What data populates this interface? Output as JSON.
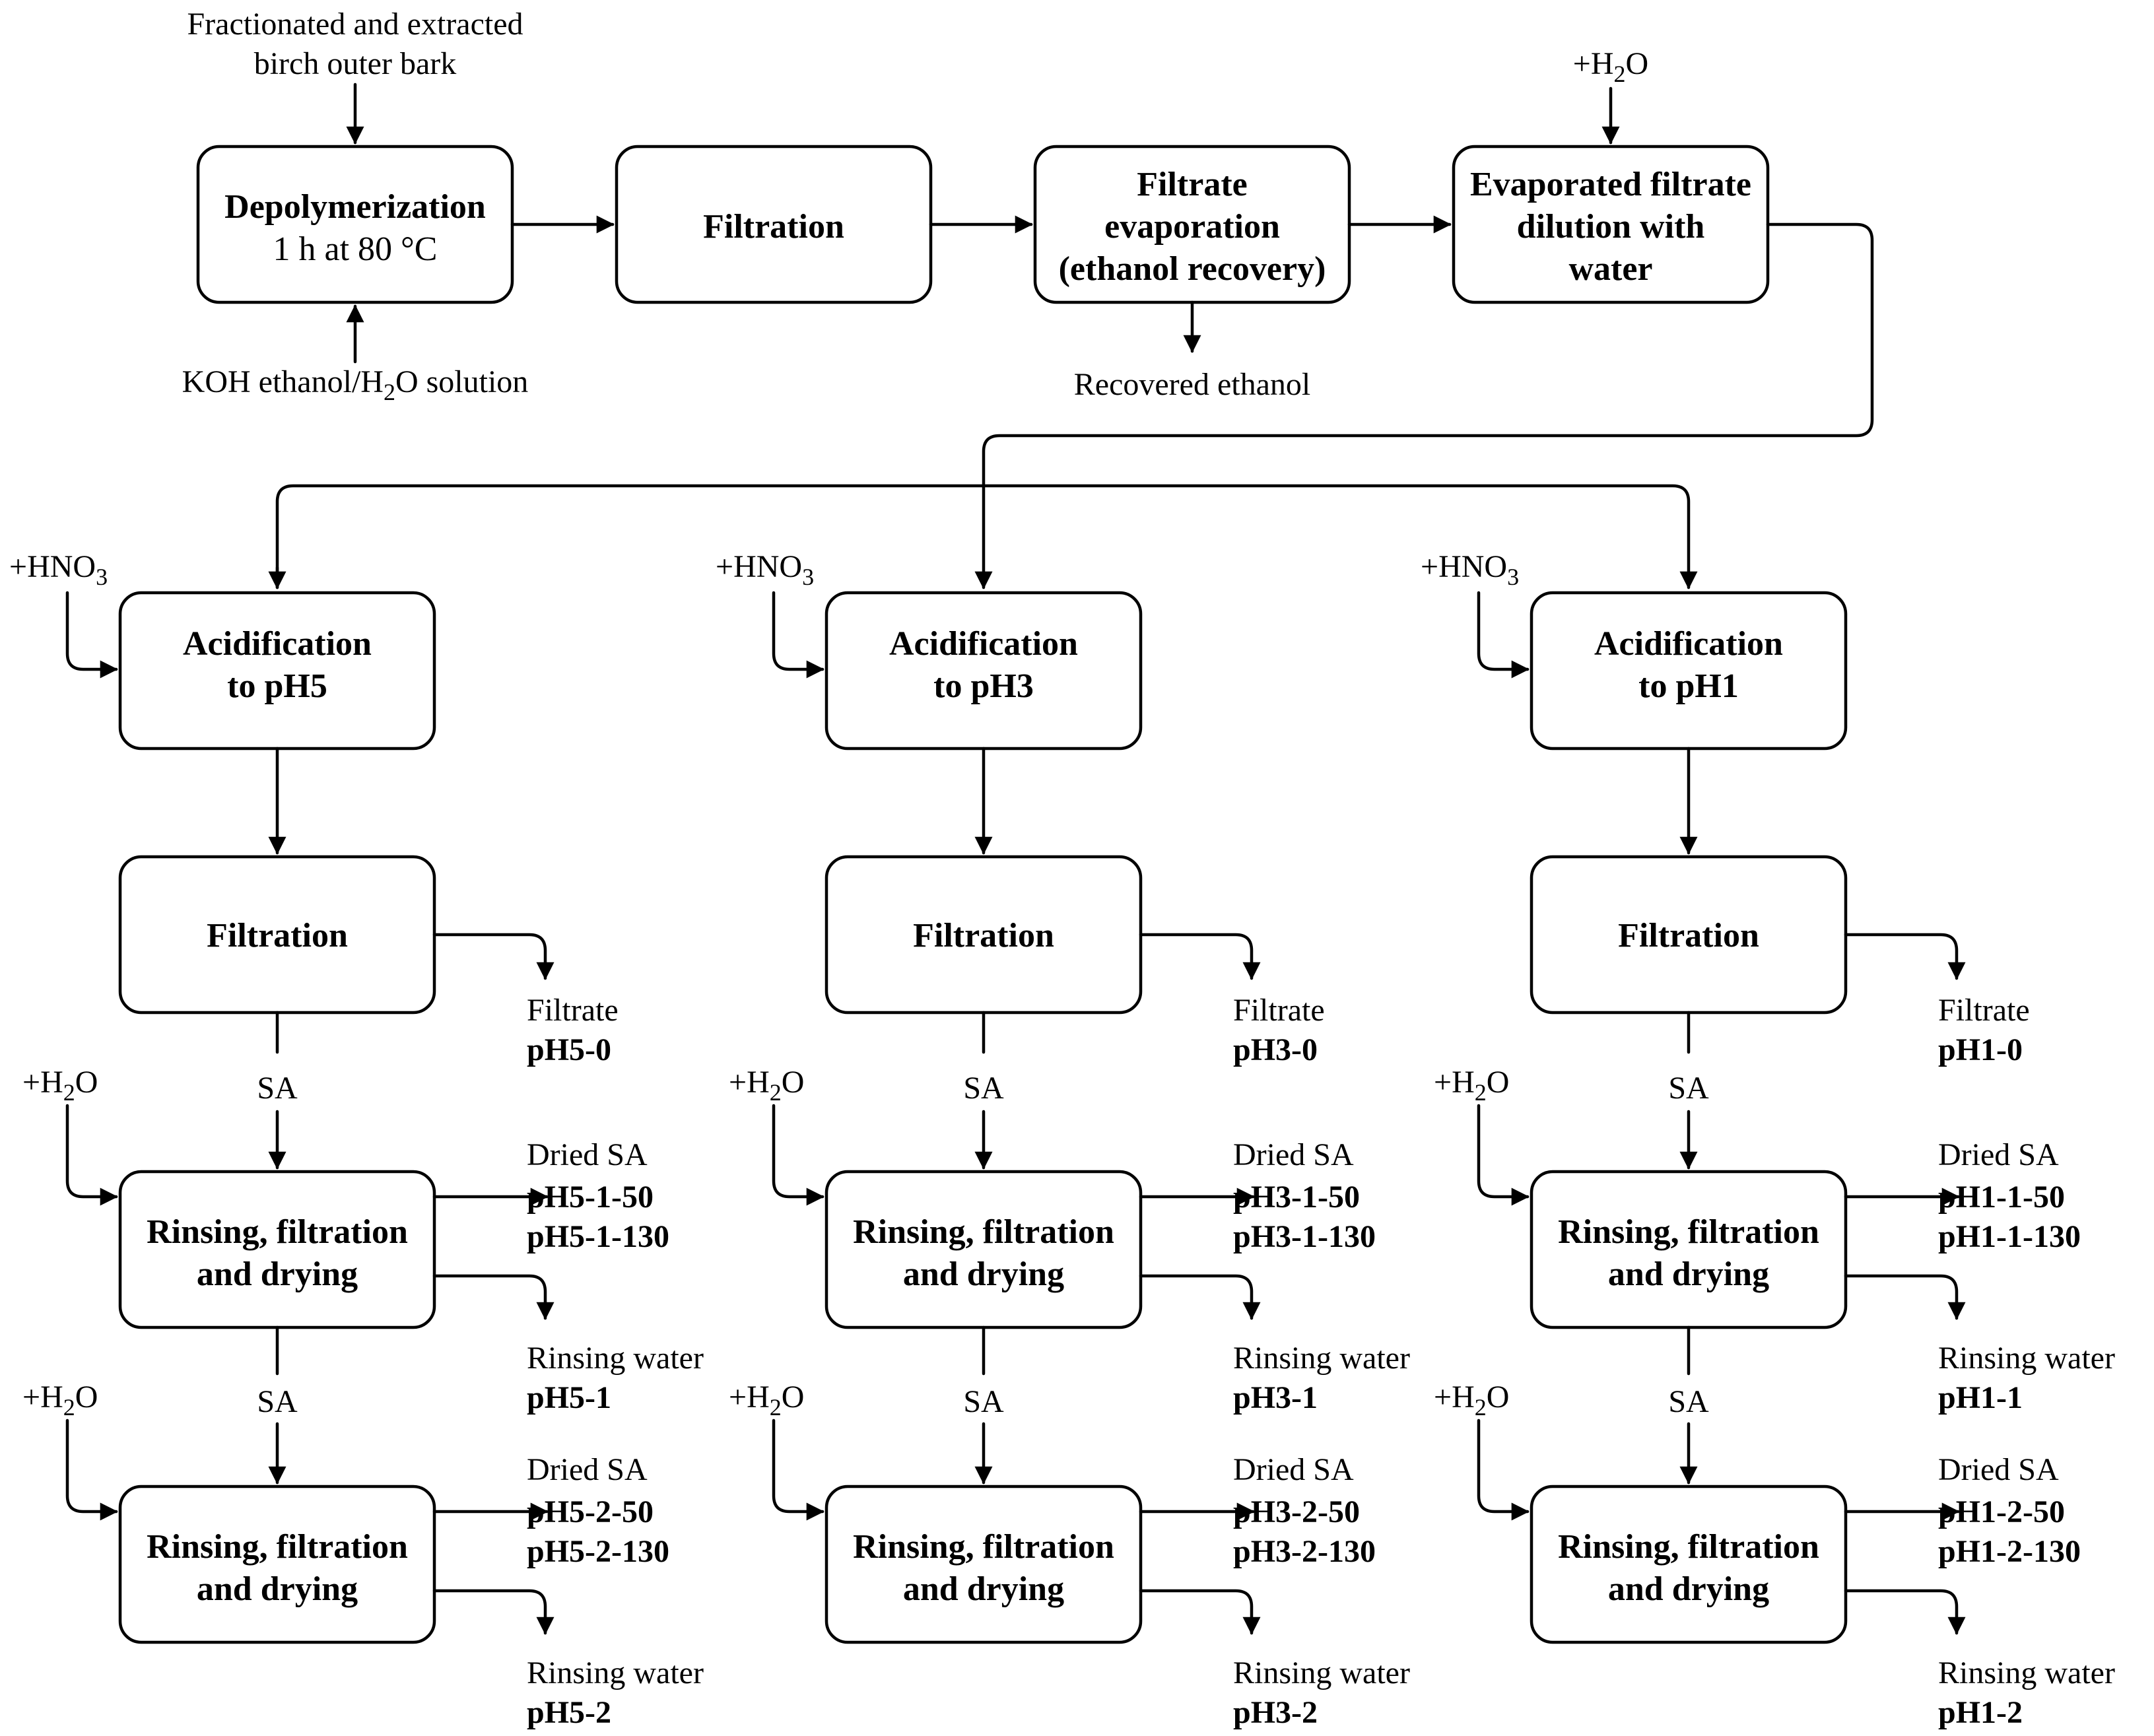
{
  "top": {
    "input_feed": {
      "line1": "Fractionated and extracted",
      "line2": "birch outer bark"
    },
    "input_koh": {
      "pre": "KOH ethanol/H",
      "sub": "2",
      "post": "O solution"
    },
    "depolymerization": {
      "title": "Depolymerization",
      "detail": "1 h at 80 °C"
    },
    "filtration": "Filtration",
    "evaporation": {
      "line1": "Filtrate",
      "line2": "evaporation",
      "line3": "(ethanol recovery)"
    },
    "recovered": "Recovered ethanol",
    "water_in": {
      "pre": "+H",
      "sub": "2",
      "post": "O"
    },
    "dilution": {
      "line1": "Evaporated filtrate",
      "line2": "dilution with",
      "line3": "water"
    }
  },
  "labels": {
    "acid": {
      "pre": "+HNO",
      "sub": "3"
    },
    "water": {
      "pre": "+H",
      "sub": "2",
      "post": "O"
    },
    "acidification": "Acidification",
    "filtration": "Filtration",
    "rinsing_line1": "Rinsing, filtration",
    "rinsing_line2": "and drying",
    "sa": "SA",
    "filtrate": "Filtrate",
    "dried_sa": "Dried SA",
    "rinsing_water": "Rinsing water"
  },
  "branches": [
    {
      "target": "to pH5",
      "filtrate_code": "pH5-0",
      "rinse1_codes": [
        "pH5-1-50",
        "pH5-1-130"
      ],
      "rinse1_water": "pH5-1",
      "rinse2_codes": [
        "pH5-2-50",
        "pH5-2-130"
      ],
      "rinse2_water": "pH5-2"
    },
    {
      "target": "to pH3",
      "filtrate_code": "pH3-0",
      "rinse1_codes": [
        "pH3-1-50",
        "pH3-1-130"
      ],
      "rinse1_water": "pH3-1",
      "rinse2_codes": [
        "pH3-2-50",
        "pH3-2-130"
      ],
      "rinse2_water": "pH3-2"
    },
    {
      "target": "to pH1",
      "filtrate_code": "pH1-0",
      "rinse1_codes": [
        "pH1-1-50",
        "pH1-1-130"
      ],
      "rinse1_water": "pH1-1",
      "rinse2_codes": [
        "pH1-2-50",
        "pH1-2-130"
      ],
      "rinse2_water": "pH1-2"
    }
  ]
}
